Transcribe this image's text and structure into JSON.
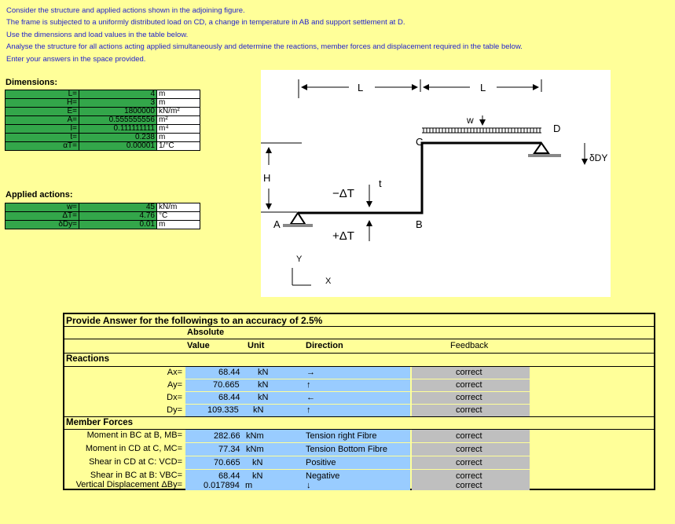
{
  "intro": [
    "Consider the structure and applied actions shown in the adjoining figure.",
    "The frame is subjected to a  uniformly distributed load on CD, a change in temperature in AB and support settlement at D.",
    "Use the dimensions and load values in the table below.",
    "Analyse the structure for all actions acting applied simultaneously and determine the reactions, member forces and displacement required in the table below.",
    "Enter your answers in the space provided."
  ],
  "dimensions": {
    "heading": "Dimensions:",
    "rows": [
      {
        "label": "L=",
        "value": "4",
        "unit": "m"
      },
      {
        "label": "H=",
        "value": "3",
        "unit": "m"
      },
      {
        "label": "E=",
        "value": "1800000",
        "unit": "kN/m²"
      },
      {
        "label": "A=",
        "value": "0.555555556",
        "unit": "m²"
      },
      {
        "label": "I=",
        "value": "0.111111111",
        "unit": "m⁴"
      },
      {
        "label": "t=",
        "value": "0.238",
        "unit": "m"
      },
      {
        "label": "αT=",
        "value": "0.00001",
        "unit": "1/°C"
      }
    ]
  },
  "actions": {
    "heading": "Applied actions:",
    "rows": [
      {
        "label": "w=",
        "value": "45",
        "unit": "kN/m"
      },
      {
        "label": "ΔT=",
        "value": "4.76",
        "unit": "°C"
      },
      {
        "label": "δDy=",
        "value": "0.01",
        "unit": "m"
      }
    ]
  },
  "figure": {
    "L1": "L",
    "L2": "L",
    "H": "H",
    "w": "w",
    "D": "D",
    "C": "C",
    "B": "B",
    "A": "A",
    "deltaDY": "δDY",
    "minusDT": "−ΔT",
    "plusDT": "+ΔT",
    "t": "t",
    "Y": "Y",
    "X": "X"
  },
  "answer": {
    "title": "Provide Answer for the followings to an accuracy of 2.5%",
    "absolute": "Absolute",
    "col_value": "Value",
    "col_unit": "Unit",
    "col_direction": "Direction",
    "col_feedback": "Feedback",
    "reactions_heading": "Reactions",
    "member_heading": "Member Forces",
    "reactions": [
      {
        "label": "Ax=",
        "value": "68.44",
        "unit": "kN",
        "dir": "→",
        "feedback": "correct"
      },
      {
        "label": "Ay=",
        "value": "70.665",
        "unit": "kN",
        "dir": "↑",
        "feedback": "correct"
      },
      {
        "label": "Dx=",
        "value": "68.44",
        "unit": "kN",
        "dir": "←",
        "feedback": "correct"
      },
      {
        "label": "Dy=",
        "value": "109.335",
        "unit": "kN",
        "dir": "↑",
        "feedback": "correct"
      }
    ],
    "members": [
      {
        "label": "Moment in BC at B, MB=",
        "value": "282.66",
        "unit": "kNm",
        "dir": "Tension right Fibre",
        "feedback": "correct"
      },
      {
        "label": "Moment in CD at C, MC=",
        "value": "77.34",
        "unit": "kNm",
        "dir": "Tension Bottom Fibre",
        "feedback": "correct"
      },
      {
        "label": "Shear in CD at C: VCD=",
        "value": "70.665",
        "unit": "kN",
        "dir": "Positive",
        "feedback": "correct"
      },
      {
        "label": "Shear in BC at B: VBC=",
        "value": "68.44",
        "unit": "kN",
        "dir": "Negative",
        "feedback": "correct"
      },
      {
        "label": "Vertical Displacement ΔBy=",
        "value": "0.017894",
        "unit": "m",
        "dir": "↓",
        "feedback": "correct"
      }
    ]
  }
}
